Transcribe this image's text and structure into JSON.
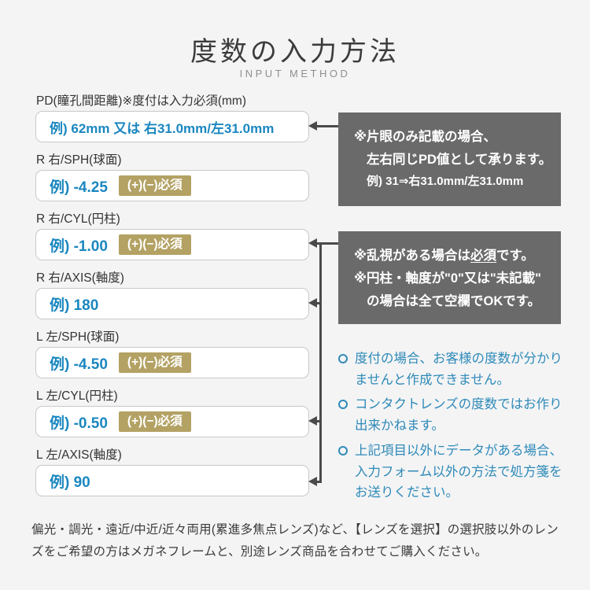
{
  "header": {
    "title": "度数の入力方法",
    "subtitle": "INPUT METHOD"
  },
  "colors": {
    "background": "#f4f4f5",
    "accent_blue": "#1a87c0",
    "badge_gold": "#b3a264",
    "note_box_gray": "#6a6a6a",
    "bullet_blue": "#2e8ab8",
    "connector_gray": "#4a4a4a"
  },
  "form": {
    "badge_label": "(+)(−)必須",
    "rows": [
      {
        "id": "pd",
        "label": "PD(瞳孔間距離)※度付は入力必須(mm)",
        "example": "例) 62mm 又は 右31.0mm/左31.0mm"
      },
      {
        "id": "r-sph",
        "label": "R 右/SPH(球面)",
        "example": "例) -4.25"
      },
      {
        "id": "r-cyl",
        "label": "R 右/CYL(円柱)",
        "example": "例) -1.00"
      },
      {
        "id": "r-axis",
        "label": "R 右/AXIS(軸度)",
        "example": "例) 180"
      },
      {
        "id": "l-sph",
        "label": "L 左/SPH(球面)",
        "example": "例) -4.50"
      },
      {
        "id": "l-cyl",
        "label": "L 左/CYL(円柱)",
        "example": "例) -0.50"
      },
      {
        "id": "l-axis",
        "label": "L 左/AXIS(軸度)",
        "example": "例) 90"
      }
    ]
  },
  "notes": {
    "pd_note": {
      "line1": "※片眼のみ記載の場合、",
      "line2": "左右同じPD値として承ります。",
      "line3": "例) 31⇒右31.0mm/左31.0mm"
    },
    "cyl_note": {
      "line1_pre": "※乱視がある場合は",
      "line1_emph": "必須",
      "line1_post": "です。",
      "line2": "※円柱・軸度が\"0\"又は\"未記載\"",
      "line3": "の場合は全て空欄でOKです。"
    }
  },
  "bullets": [
    "度付の場合、お客様の度数が分かりませんと作成できません。",
    "コンタクトレンズの度数ではお作り出来かねます。",
    "上記項目以外にデータがある場合、入力フォーム以外の方法で処方箋をお送りください。"
  ],
  "footer": {
    "text": "偏光・調光・遠近/中近/近々両用(累進多焦点レンズ)など、【レンズを選択】の選択肢以外のレンズをご希望の方はメガネフレームと、別途レンズ商品を合わせてご購入ください。"
  }
}
